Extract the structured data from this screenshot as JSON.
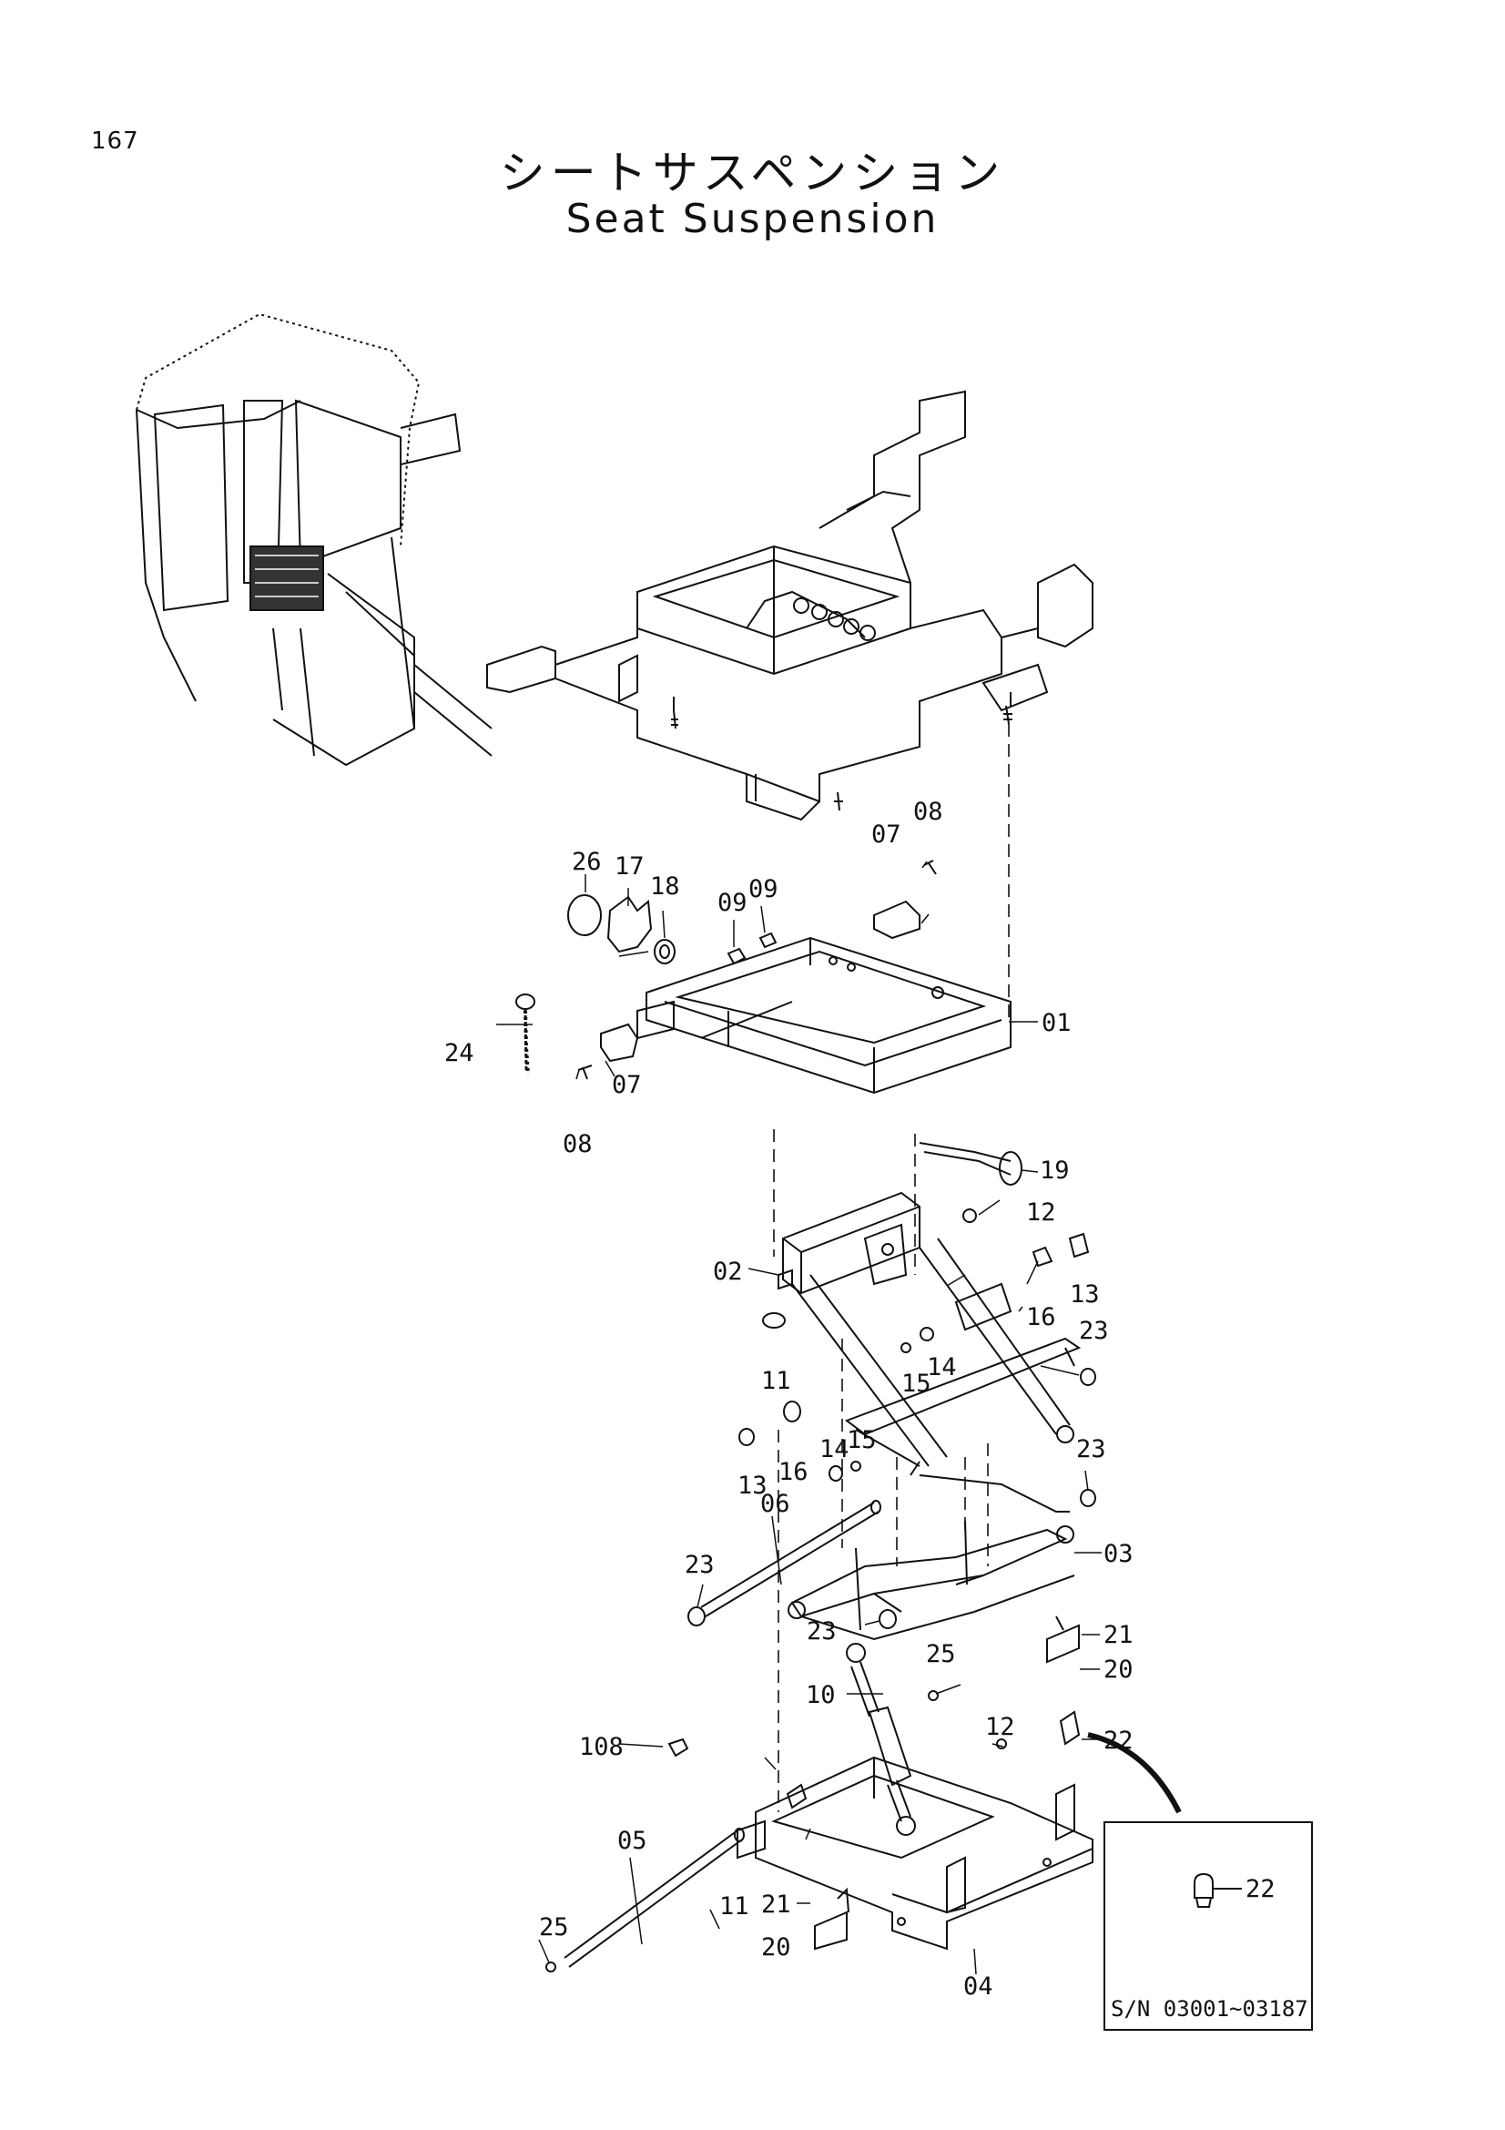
{
  "page": {
    "number": "167"
  },
  "title": {
    "japanese": "シートサスペンション",
    "english": "Seat Suspension"
  },
  "callouts": {
    "c01": "01",
    "c02": "02",
    "c03": "03",
    "c04": "04",
    "c05": "05",
    "c06": "06",
    "c07a": "07",
    "c07b": "07",
    "c08a": "08",
    "c08b": "08",
    "c09a": "09",
    "c09b": "09",
    "c10": "10",
    "c11a": "11",
    "c11b": "11",
    "c12a": "12",
    "c12b": "12",
    "c13a": "13",
    "c13b": "13",
    "c14a": "14",
    "c14b": "14",
    "c15a": "15",
    "c15b": "15",
    "c16a": "16",
    "c16b": "16",
    "c17": "17",
    "c18": "18",
    "c19": "19",
    "c20a": "20",
    "c20b": "20",
    "c21a": "21",
    "c21b": "21",
    "c22a": "22",
    "c22b": "22",
    "c23a": "23",
    "c23b": "23",
    "c23c": "23",
    "c23d": "23",
    "c24": "24",
    "c25a": "25",
    "c25b": "25",
    "c26": "26",
    "c108": "108"
  },
  "inset": {
    "caption": "S/N 03001~03187",
    "callout": "22"
  }
}
